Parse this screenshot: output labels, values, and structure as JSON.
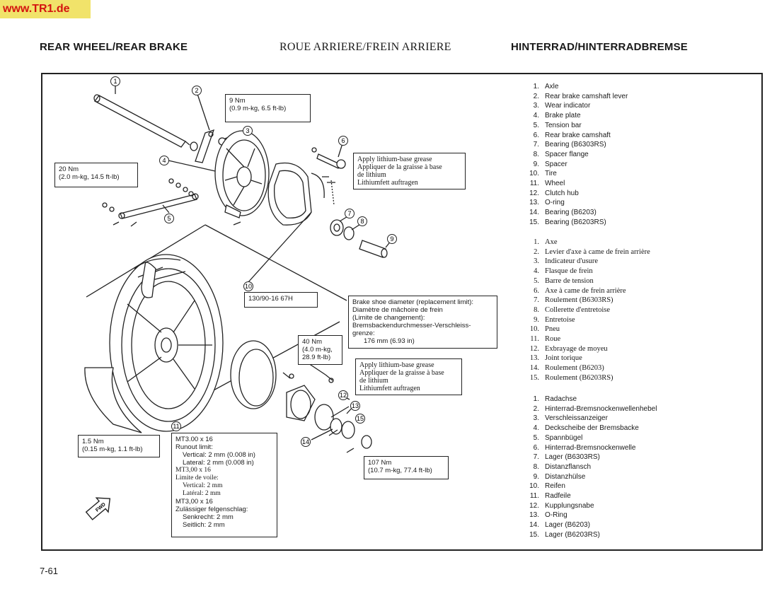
{
  "watermark": "www.TR1.de",
  "headers": {
    "en": "REAR WHEEL/REAR BRAKE",
    "fr": "ROUE ARRIERE/FREIN ARRIERE",
    "de": "HINTERRAD/HINTERRADBREMSE"
  },
  "legend_en": [
    {
      "n": "1.",
      "t": "Axle"
    },
    {
      "n": "2.",
      "t": "Rear brake camshaft lever"
    },
    {
      "n": "3.",
      "t": "Wear indicator"
    },
    {
      "n": "4.",
      "t": "Brake plate"
    },
    {
      "n": "5.",
      "t": "Tension bar"
    },
    {
      "n": "6.",
      "t": "Rear brake camshaft"
    },
    {
      "n": "7.",
      "t": "Bearing  (B6303RS)"
    },
    {
      "n": "8.",
      "t": "Spacer flange"
    },
    {
      "n": "9.",
      "t": "Spacer"
    },
    {
      "n": "10.",
      "t": "Tire"
    },
    {
      "n": "11.",
      "t": "Wheel"
    },
    {
      "n": "12.",
      "t": "Clutch hub"
    },
    {
      "n": "13.",
      "t": "O-ring"
    },
    {
      "n": "14.",
      "t": "Bearing  (B6203)"
    },
    {
      "n": "15.",
      "t": "Bearing  (B6203RS)"
    }
  ],
  "legend_fr": [
    {
      "n": "1.",
      "t": "Axe"
    },
    {
      "n": "2.",
      "t": "Levier d'axe à came de frein arrière"
    },
    {
      "n": "3.",
      "t": "Indicateur d'usure"
    },
    {
      "n": "4.",
      "t": "Flasque de frein"
    },
    {
      "n": "5.",
      "t": "Barre de tension"
    },
    {
      "n": "6.",
      "t": "Axe à came de frein arrière"
    },
    {
      "n": "7.",
      "t": "Roulement   (B6303RS)"
    },
    {
      "n": "8.",
      "t": "Collerette d'entretoise"
    },
    {
      "n": "9.",
      "t": "Entretoise"
    },
    {
      "n": "10.",
      "t": "Pneu"
    },
    {
      "n": "11.",
      "t": "Roue"
    },
    {
      "n": "12.",
      "t": "Exbrayage de moyeu"
    },
    {
      "n": "13.",
      "t": "Joint torique"
    },
    {
      "n": "14.",
      "t": "Roulement   (B6203)"
    },
    {
      "n": "15.",
      "t": "Roulement   (B6203RS)"
    }
  ],
  "legend_de": [
    {
      "n": "1.",
      "t": "Radachse"
    },
    {
      "n": "2.",
      "t": "Hinterrad-Bremsnockenwellenhebel"
    },
    {
      "n": "3.",
      "t": "Verschleissanzeiger"
    },
    {
      "n": "4.",
      "t": "Deckscheibe der Bremsbacke"
    },
    {
      "n": "5.",
      "t": "Spannbügel"
    },
    {
      "n": "6.",
      "t": "Hinterrad-Bremsnockenwelle"
    },
    {
      "n": "7.",
      "t": "Lager  (B6303RS)"
    },
    {
      "n": "8.",
      "t": "Distanzflansch"
    },
    {
      "n": "9.",
      "t": "Distanzhülse"
    },
    {
      "n": "10.",
      "t": "Reifen"
    },
    {
      "n": "11.",
      "t": "Radfeile"
    },
    {
      "n": "12.",
      "t": "Kupplungsnabe"
    },
    {
      "n": "13.",
      "t": "O-Ring"
    },
    {
      "n": "14.",
      "t": "Lager  (B6203)"
    },
    {
      "n": "15.",
      "t": "Lager  (B6203RS)"
    }
  ],
  "torque_9nm": [
    "9 Nm",
    "(0.9 m-kg, 6.5 ft-lb)"
  ],
  "torque_20nm": [
    "20 Nm",
    "(2.0 m-kg, 14.5 ft-lb)"
  ],
  "grease_1": [
    "Apply lithium-base grease",
    "Appliquer de la graisse à base",
    "de lithium",
    "Lithiumfett auftragen"
  ],
  "tire_size": "130/90-16 67H",
  "brake_shoe": [
    "Brake shoe diameter (replacement limit):",
    "Diamètre de mâchoire de frein",
    "(Limite de changement):",
    "Bremsbackendurchmesser-Verschleiss-",
    "grenze:",
    "176 mm (6.93 in)"
  ],
  "torque_40nm": [
    "40 Nm",
    "(4.0 m-kg,",
    "28.9 ft-lb)"
  ],
  "grease_2": [
    "Apply lithium-base grease",
    "Appliquer de la graisse à base",
    "de lithium",
    "Lithiumfett auftragen"
  ],
  "torque_1_5nm": [
    "1.5 Nm",
    "(0.15 m-kg, 1.1 ft-lb)"
  ],
  "rim_spec": [
    "MT3.00 x 16",
    "Runout limit:",
    "Vertical:   2 mm (0.008 in)",
    "Lateral:    2 mm (0.008 in)",
    "MT3,00 x 16",
    "Limite de voile:",
    "Vertical: 2 mm",
    "Latéral:   2 mm",
    "MT3,00 x 16",
    "Zulässiger felgenschlag:",
    "Senkrecht:  2 mm",
    "Seitlich:    2 mm"
  ],
  "torque_107nm": [
    "107 Nm",
    "(10.7 m-kg, 77.4 ft-lb)"
  ],
  "fwd_label": "FWD",
  "callouts": [
    "1",
    "2",
    "3",
    "4",
    "5",
    "6",
    "7",
    "8",
    "9",
    "10",
    "11",
    "12",
    "13",
    "14",
    "15"
  ],
  "page_number": "7-61"
}
